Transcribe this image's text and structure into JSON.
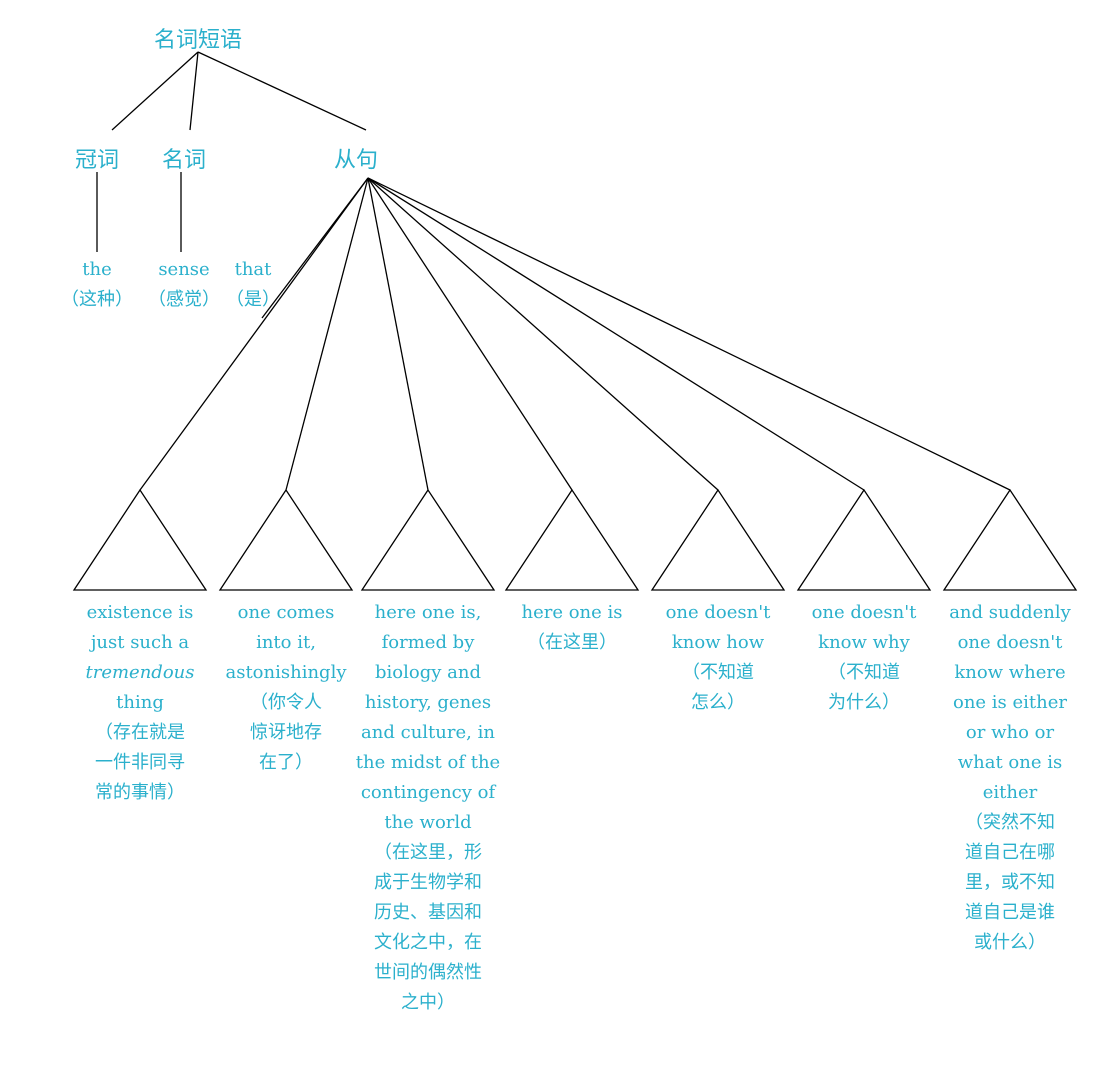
{
  "root": {
    "label": "名词短语"
  },
  "children": [
    {
      "label": "冠词",
      "leaf": [
        "the",
        "（这种）"
      ]
    },
    {
      "label": "名词",
      "leaf": [
        "sense",
        "（感觉）"
      ]
    },
    {
      "label": "从句",
      "leaf": [
        "that",
        "（是）"
      ]
    }
  ],
  "clauses": [
    {
      "lines": [
        "existence is",
        "just such a",
        "tremendous",
        "thing",
        "（存在就是",
        "一件非同寻",
        "常的事情）"
      ]
    },
    {
      "lines": [
        "one comes",
        "into it,",
        "astonishingly",
        "（你令人",
        "惊讶地存",
        "在了）"
      ]
    },
    {
      "lines": [
        "here one is,",
        "formed by",
        "biology and",
        "history, genes",
        "and culture, in",
        "the midst of the",
        "contingency of",
        "the world",
        "（在这里，形",
        "成于生物学和",
        "历史、基因和",
        "文化之中，在",
        "世间的偶然性",
        "之中）"
      ]
    },
    {
      "lines": [
        "here one is",
        "（在这里）"
      ]
    },
    {
      "lines": [
        "one doesn't",
        "know how",
        "（不知道",
        "怎么）"
      ]
    },
    {
      "lines": [
        "one doesn't",
        "know why",
        "（不知道",
        "为什么）"
      ]
    },
    {
      "lines": [
        "and suddenly",
        "one doesn't",
        "know where",
        "one is either",
        "or who or",
        "what one is",
        "either",
        "（突然不知",
        "道自己在哪",
        "里，或不知",
        "道自己是谁",
        "或什么）"
      ]
    }
  ],
  "style": {
    "text_color": "#2bb0cc",
    "line_color": "#000000"
  }
}
